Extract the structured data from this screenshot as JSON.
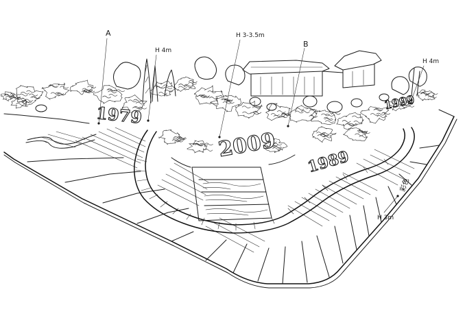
{
  "sketch": {
    "ink_color": "#1a1a1a",
    "paper_color": "#ffffff",
    "years": {
      "left": "1979",
      "center": "2009",
      "right": "1989",
      "far_right": "1999"
    },
    "labels": {
      "a": "A",
      "b": "B",
      "h_top_left": "H 4m",
      "h_center": "H 3-3.5m",
      "h_top_right": "H 4m",
      "h_bottom_right": "H 3m",
      "right_note": "彩色"
    }
  }
}
